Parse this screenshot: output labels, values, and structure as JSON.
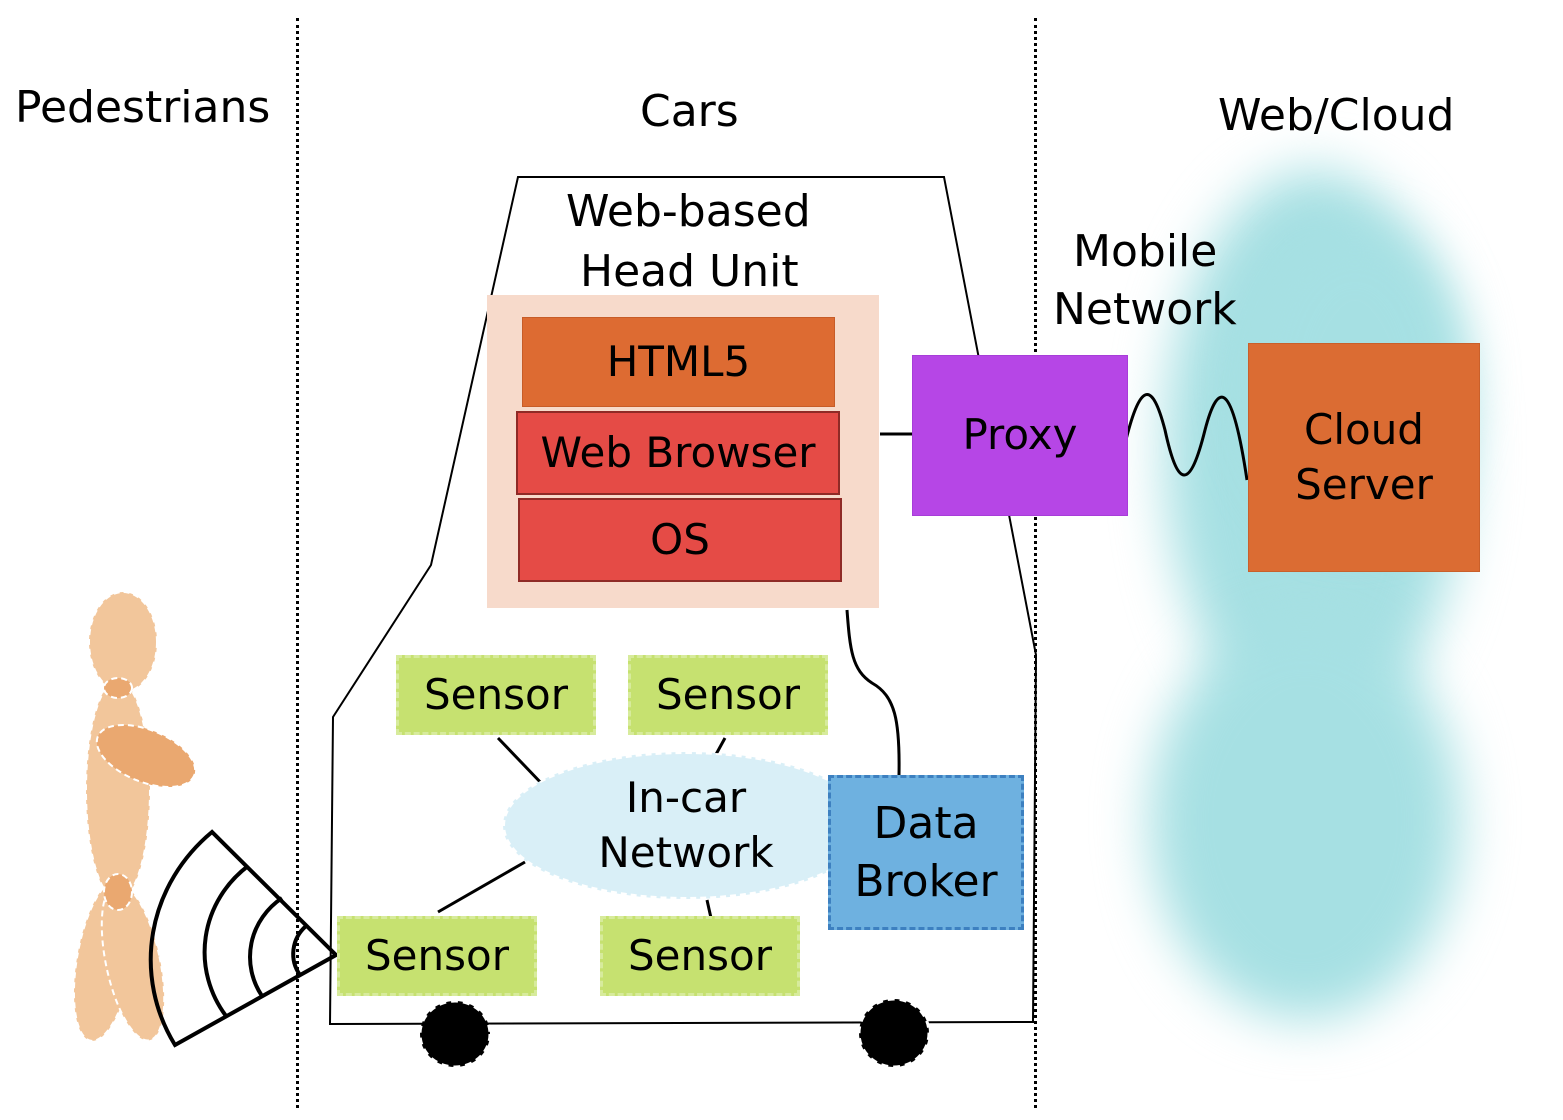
{
  "zones": {
    "pedestrians": "Pedestrians",
    "cars": "Cars",
    "web_cloud": "Web/Cloud"
  },
  "head_unit": {
    "title_line1": "Web-based",
    "title_line2": "Head Unit",
    "layers": [
      "HTML5",
      "Web Browser",
      "OS"
    ]
  },
  "mobile_network": {
    "line1": "Mobile",
    "line2": "Network"
  },
  "proxy": "Proxy",
  "cloud_server": {
    "line1": "Cloud",
    "line2": "Server"
  },
  "incar_network": {
    "line1": "In-car",
    "line2": "Network"
  },
  "data_broker": {
    "line1": "Data",
    "line2": "Broker"
  },
  "sensors": [
    "Sensor",
    "Sensor",
    "Sensor",
    "Sensor"
  ],
  "colors": {
    "head_unit_bg": "#f7dacb",
    "html5": "#dd6b32",
    "browser_os": "#e54b46",
    "proxy": "#b646e6",
    "cloud_server": "#db6c33",
    "sensor": "#c6e170",
    "data_broker": "#6eb1e0",
    "incar_network": "#d9eff7",
    "cloud": "#a6e0e3",
    "pedestrian": "#f2c69b"
  }
}
